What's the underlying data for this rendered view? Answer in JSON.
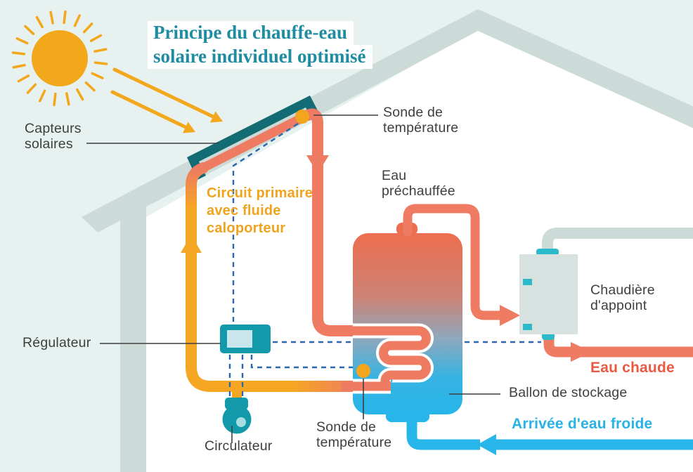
{
  "title": {
    "line1": "Principe du chauffe-eau",
    "line2": "solaire individuel optimisé"
  },
  "labels": {
    "capteurs_solaires": "Capteurs\nsolaires",
    "sonde_temperature_haut": "Sonde de\ntempérature",
    "eau_prechauffee": "Eau\npréchauffée",
    "circuit_primaire": "Circuit primaire\navec fluide\ncaloporteur",
    "regulateur": "Régulateur",
    "chaudiere_appoint": "Chaudière\nd'appoint",
    "eau_chaude": "Eau chaude",
    "ballon_stockage": "Ballon de stockage",
    "arrivee_eau_froide": "Arrivée d'eau froide",
    "sonde_temperature_bas": "Sonde de\ntempérature",
    "circulateur": "Circulateur"
  },
  "colors": {
    "sky": "#e6f1f0",
    "house_interior": "#ffffff",
    "roof_gray": "#ccdbd8",
    "flue_gray": "#ccdbd8",
    "sun_amber": "#f3a71b",
    "pipe_amber": "#f5a623",
    "pipe_coral": "#ee7b62",
    "tank_top_coral": "#ed6e50",
    "tank_bottom_cyan": "#27b5ea",
    "cold_pipe_cyan": "#27b5ea",
    "collector_teal": "#136b73",
    "device_teal": "#129aab",
    "screen_light": "#c9e6ec",
    "boiler_gray": "#d6e1e0",
    "boiler_teal": "#2cb9c9",
    "dash_blue": "#2a67b0",
    "sensor_orange": "#f2a51d",
    "pump_dot": "#aadde3",
    "text_dark": "#3f3f3f",
    "title_teal": "#1e8ca1",
    "text_coral": "#e65b41",
    "text_cyan": "#29b2e5"
  }
}
